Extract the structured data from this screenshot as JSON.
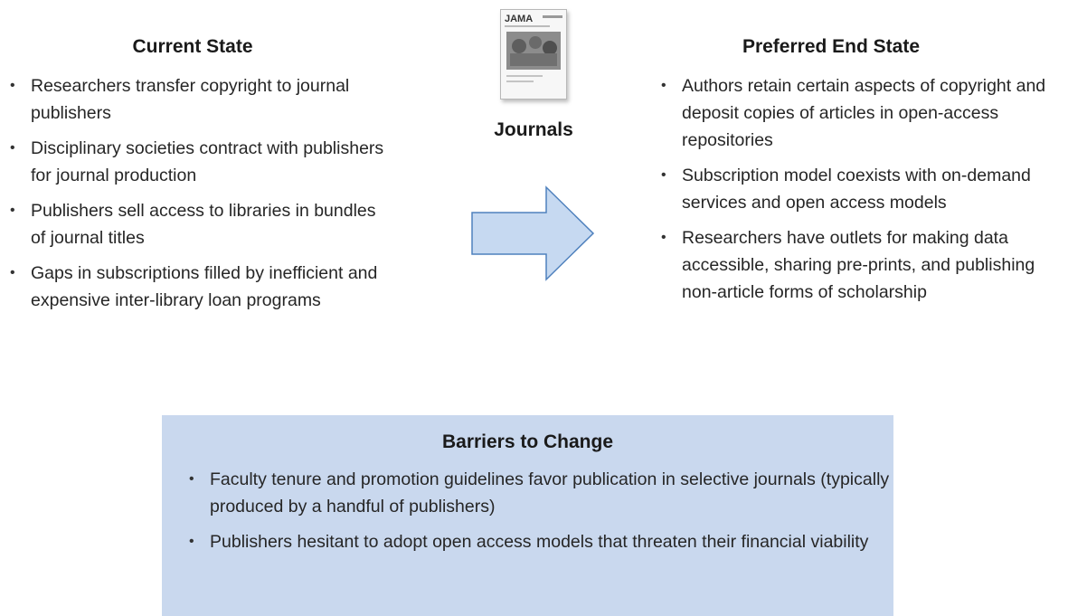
{
  "current_state": {
    "title": "Current State",
    "items": [
      "Researchers transfer copyright to journal publishers",
      "Disciplinary societies contract with publishers for journal production",
      "Publishers sell access to libraries in bundles of journal titles",
      "Gaps in subscriptions filled by inefficient and expensive inter-library loan programs"
    ]
  },
  "journal": {
    "cover_title": "JAMA",
    "label": "Journals"
  },
  "preferred_state": {
    "title": "Preferred End State",
    "items": [
      "Authors retain certain aspects of copyright and deposit copies of articles in open-access repositories",
      "Subscription model coexists with on-demand services and open access models",
      "Researchers have outlets for making data accessible, sharing pre-prints, and publishing non-article forms of scholarship"
    ]
  },
  "barriers": {
    "title": "Barriers to Change",
    "items": [
      "Faculty tenure and promotion guidelines favor publication in selective journals (typically produced by a handful of publishers)",
      "Publishers hesitant to adopt open access models that threaten their financial viability"
    ]
  },
  "colors": {
    "barriers_bg": "#c9d8ee",
    "arrow_fill": "#c6d9f1",
    "arrow_stroke": "#4f81bd"
  }
}
